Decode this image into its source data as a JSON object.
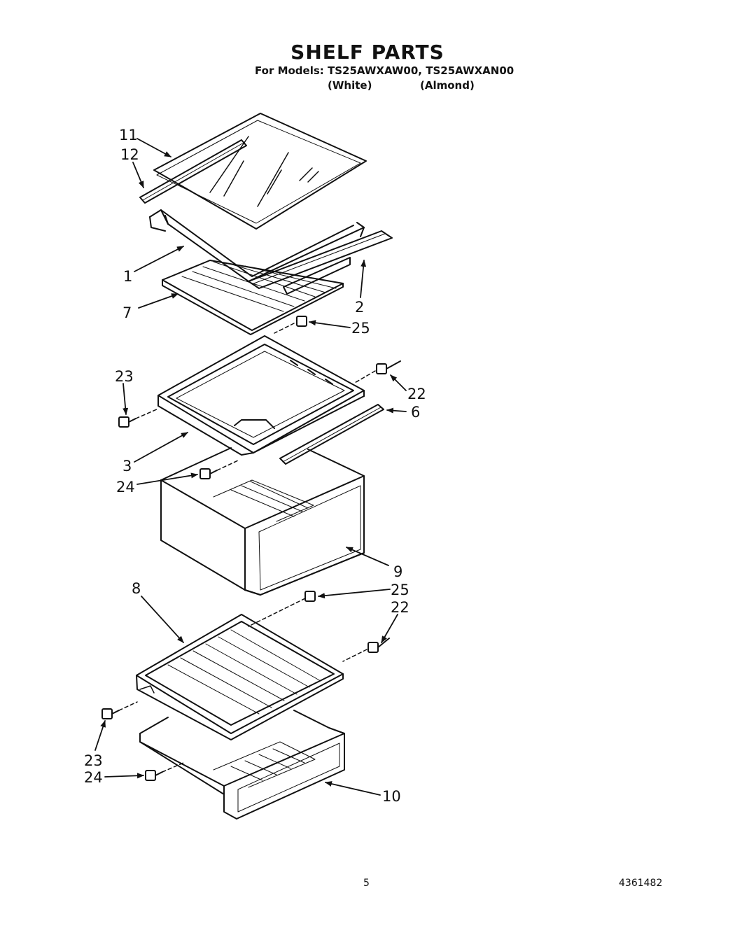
{
  "header": {
    "title": "SHELF PARTS",
    "models_line": "For Models: TS25AWXAW00, TS25AWXAN00",
    "variant_white": "(White)",
    "variant_almond": "(Almond)"
  },
  "callouts": {
    "c11": "11",
    "c12": "12",
    "c1": "1",
    "c7": "7",
    "c2": "2",
    "c25a": "25",
    "c23a": "23",
    "c22a": "22",
    "c6": "6",
    "c3": "3",
    "c24a": "24",
    "c9": "9",
    "c8": "8",
    "c25b": "25",
    "c22b": "22",
    "c23b": "23",
    "c24b": "24",
    "c10": "10"
  },
  "footer": {
    "page_number": "5",
    "doc_number": "4361482"
  }
}
